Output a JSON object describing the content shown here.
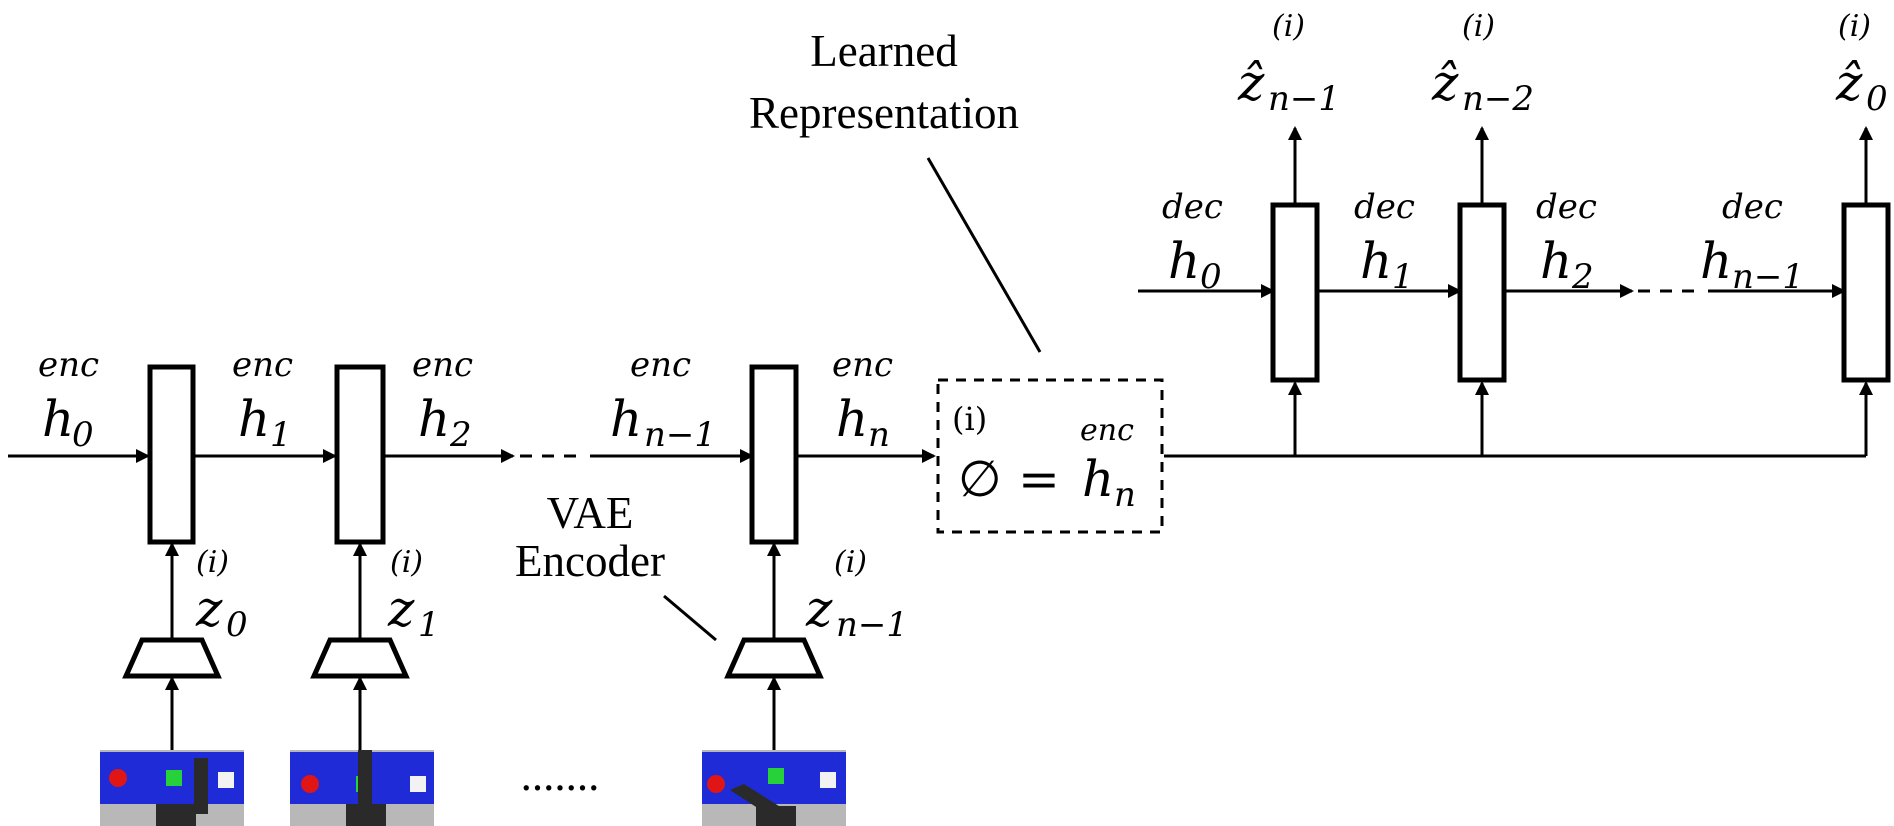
{
  "labels": {
    "learned_line1": "Learned",
    "learned_line2": "Representation",
    "vae_line1": "VAE",
    "vae_line2": "Encoder",
    "dots": "......."
  },
  "symbols": {
    "enc": "enc",
    "dec": "dec",
    "h": "h",
    "z": "z",
    "z_hat": "ẑ",
    "i": "(i)",
    "phi": "∅",
    "equals": "="
  },
  "subscripts": {
    "zero": "0",
    "one": "1",
    "two": "2",
    "n": "n",
    "n_minus_1": "n−1",
    "n_minus_2": "n−2"
  },
  "colors": {
    "line": "#000000",
    "table": "#1f2bd6",
    "wall": "#b8b8b8",
    "block_red": "#e01515",
    "block_green": "#27d13a",
    "block_white": "#f2f2f2",
    "robot": "#2a2a2a"
  }
}
